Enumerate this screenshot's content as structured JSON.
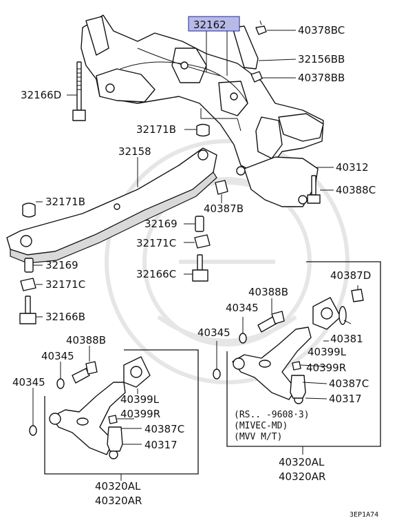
{
  "highlight_color": "#b9b9e8",
  "labels": {
    "p32162": "32162",
    "p40378BC": "40378BC",
    "p32156BB": "32156BB",
    "p40378BB": "40378BB",
    "p32166D": "32166D",
    "p32171B_top": "32171B",
    "p32158": "32158",
    "p40312": "40312",
    "p40388C": "40388C",
    "p32171B_left": "32171B",
    "p40387B": "40387B",
    "p32169_mid": "32169",
    "p32171C_mid": "32171C",
    "p32169_left": "32169",
    "p32166C": "32166C",
    "p32171C_left": "32171C",
    "p32166B": "32166B",
    "p40387D": "40387D",
    "p40388B_right": "40388B",
    "p40345_right1": "40345",
    "p40381": "40381",
    "p40345_right2": "40345",
    "p40399L_right": "40399L",
    "p40399R_right": "40399R",
    "p40387C_right": "40387C",
    "p40317_right": "40317",
    "p40388B_left": "40388B",
    "p40345_left1": "40345",
    "p40345_left2": "40345",
    "p40399L_left": "40399L",
    "p40399R_left": "40399R",
    "p40387C_left": "40387C",
    "p40317_left": "40317",
    "p40320AL_right": "40320AL",
    "p40320AR_right": "40320AR",
    "p40320AL_left": "40320AL",
    "p40320AR_left": "40320AR"
  },
  "notes": {
    "line1": "(RS.. -9608·3)",
    "line2": "(MIVEC-MD)",
    "line3": "(MVV M/T)"
  },
  "diagram_code": "3EP1A74"
}
